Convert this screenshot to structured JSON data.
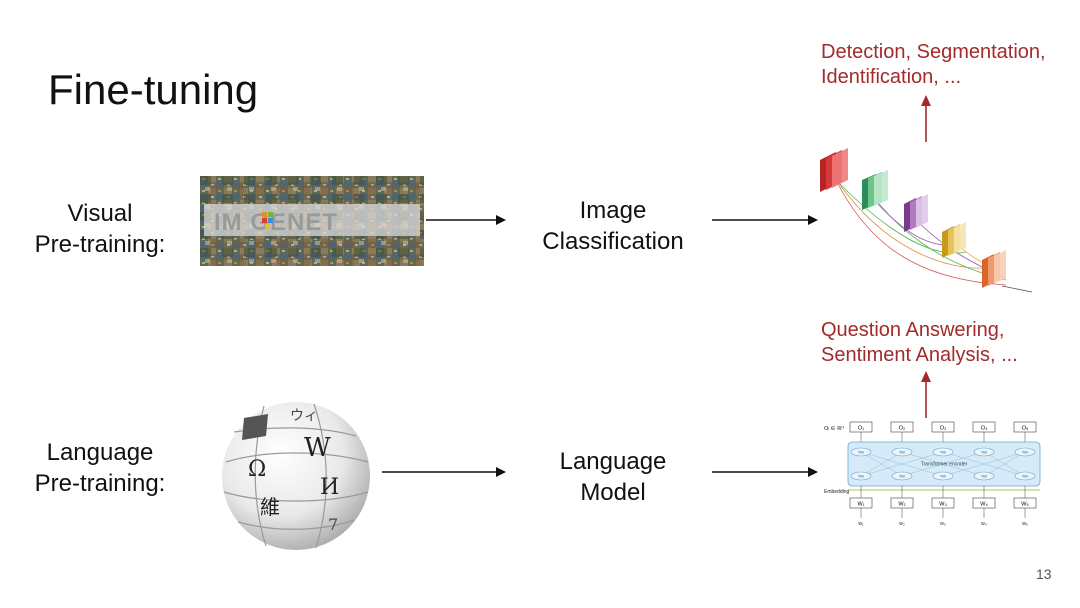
{
  "slide": {
    "title": "Fine-tuning",
    "page_number": "13",
    "accent_color": "#a22b2b"
  },
  "visual_row": {
    "label_line1": "Visual",
    "label_line2": "Pre-training:",
    "dataset_logo_text": "IM GENET",
    "task_line1": "Image",
    "task_line2": "Classification",
    "downstream_line1": "Detection, Segmentation,",
    "downstream_line2": "Identification, ..."
  },
  "language_row": {
    "label_line1": "Language",
    "label_line2": "Pre-training:",
    "globe_glyphs": [
      "W",
      "Ω",
      "И",
      "維",
      "ウィ",
      "7"
    ],
    "task_line1": "Language",
    "task_line2": "Model",
    "downstream_line1": "Question Answering,",
    "downstream_line2": "Sentiment Analysis, ...",
    "diagram": {
      "outputs": [
        "O₁",
        "O₂",
        "O₃",
        "O₄",
        "O₅"
      ],
      "output_side_label": "Oᵢ ∈ ℝᴴ",
      "cell_label": "Trm",
      "encoder_label": "Transformer encoder",
      "embedding_label": "Embedding",
      "inputs": [
        "W₁",
        "W₂",
        "W₃",
        "W₄",
        "W₅"
      ],
      "tokens": [
        "w₁",
        "w₂",
        "w₃",
        "w₄",
        "w₅"
      ]
    }
  }
}
